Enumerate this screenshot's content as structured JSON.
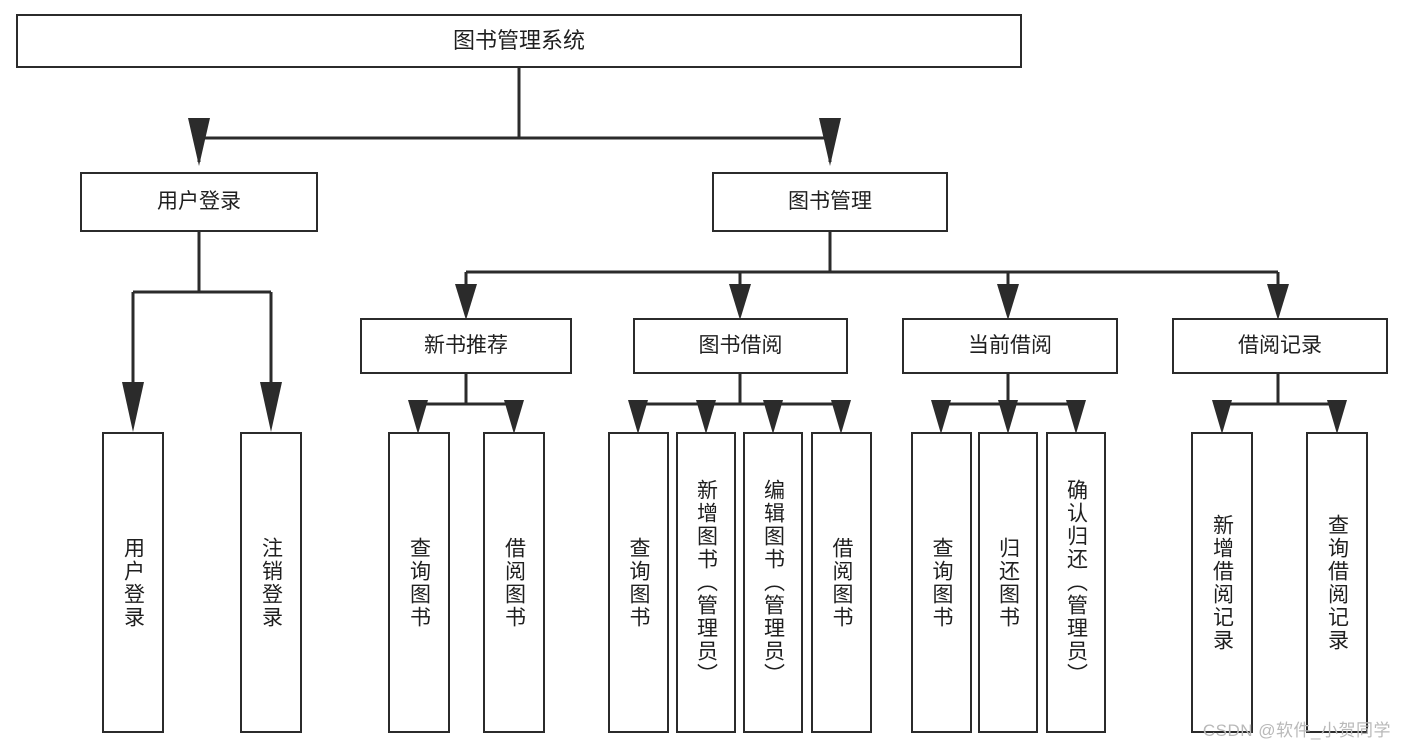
{
  "diagram": {
    "type": "tree-hierarchy-chart",
    "title": "图书管理系统",
    "watermark": "CSDN @软件_小贺同学",
    "colors": {
      "stroke": "#2b2b2b",
      "fill": "#ffffff",
      "text": "#1f1f1f",
      "watermark": "#b9b9b9"
    },
    "nodes": {
      "root": {
        "label": "图书管理系统"
      },
      "level1": [
        {
          "id": "user-login",
          "label": "用户登录"
        },
        {
          "id": "book-management",
          "label": "图书管理"
        }
      ],
      "level2": [
        {
          "id": "new-book-recommend",
          "label": "新书推荐",
          "parent": "book-management"
        },
        {
          "id": "book-borrow",
          "label": "图书借阅",
          "parent": "book-management"
        },
        {
          "id": "current-borrow",
          "label": "当前借阅",
          "parent": "book-management"
        },
        {
          "id": "borrow-record",
          "label": "借阅记录",
          "parent": "book-management"
        }
      ],
      "leaves": [
        {
          "id": "leaf-user-login",
          "label": "用户登录",
          "parent": "user-login"
        },
        {
          "id": "leaf-logout-login",
          "label": "注销登录",
          "parent": "user-login"
        },
        {
          "id": "leaf-query-book-1",
          "label": "查询图书",
          "parent": "new-book-recommend"
        },
        {
          "id": "leaf-borrow-book-1",
          "label": "借阅图书",
          "parent": "new-book-recommend"
        },
        {
          "id": "leaf-query-book-2",
          "label": "查询图书",
          "parent": "book-borrow"
        },
        {
          "id": "leaf-add-book",
          "label": "新增图书（管理员）",
          "parent": "book-borrow"
        },
        {
          "id": "leaf-edit-book",
          "label": "编辑图书（管理员）",
          "parent": "book-borrow"
        },
        {
          "id": "leaf-borrow-book-2",
          "label": "借阅图书",
          "parent": "book-borrow"
        },
        {
          "id": "leaf-query-book-3",
          "label": "查询图书",
          "parent": "current-borrow"
        },
        {
          "id": "leaf-return-book",
          "label": "归还图书",
          "parent": "current-borrow"
        },
        {
          "id": "leaf-confirm-return",
          "label": "确认归还（管理员）",
          "parent": "current-borrow"
        },
        {
          "id": "leaf-add-record",
          "label": "新增借阅记录",
          "parent": "borrow-record"
        },
        {
          "id": "leaf-query-record",
          "label": "查询借阅记录",
          "parent": "borrow-record"
        }
      ]
    }
  }
}
